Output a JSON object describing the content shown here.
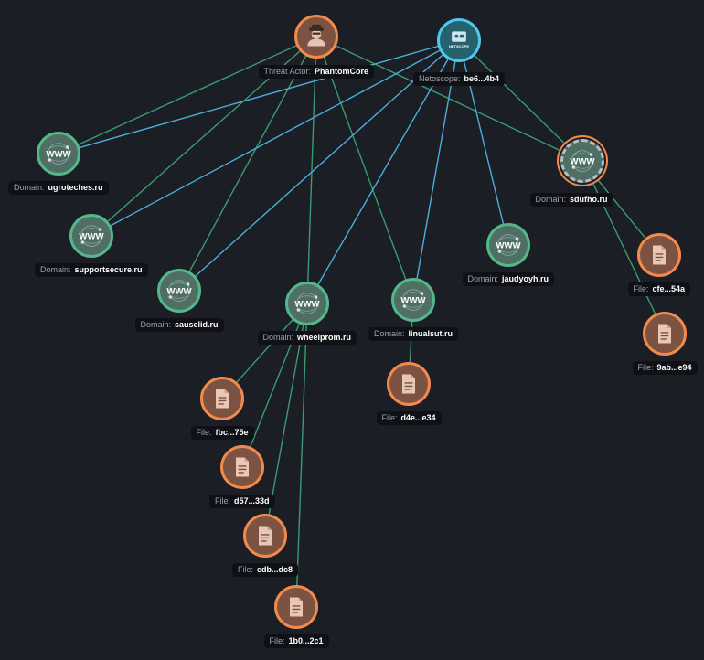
{
  "graph": {
    "nodes": {
      "actor": {
        "type": "Threat Actor",
        "value": "PhantomCore",
        "icon": "hacker-icon"
      },
      "netscope": {
        "type": "Netoscope",
        "value": "be6...4b4",
        "icon": "netscope-icon",
        "icon_text": "NETSCOPE"
      },
      "d_ugro": {
        "type": "Domain",
        "value": "ugroteches.ru",
        "icon": "www-globe-icon"
      },
      "d_supp": {
        "type": "Domain",
        "value": "supportsecure.ru",
        "icon": "www-globe-icon"
      },
      "d_saus": {
        "type": "Domain",
        "value": "sauselid.ru",
        "icon": "www-globe-icon"
      },
      "d_wheel": {
        "type": "Domain",
        "value": "wheelprom.ru",
        "icon": "www-globe-icon"
      },
      "d_linu": {
        "type": "Domain",
        "value": "linualsut.ru",
        "icon": "www-globe-icon"
      },
      "d_jaud": {
        "type": "Domain",
        "value": "jaudyoyh.ru",
        "icon": "www-globe-icon"
      },
      "d_sduf": {
        "type": "Domain",
        "value": "sdufho.ru",
        "icon": "www-globe-icon",
        "selected": true
      },
      "f_cfe": {
        "type": "File",
        "value": "cfe...54a",
        "icon": "file-icon"
      },
      "f_9ab": {
        "type": "File",
        "value": "9ab...e94",
        "icon": "file-icon"
      },
      "f_d4e": {
        "type": "File",
        "value": "d4e...e34",
        "icon": "file-icon"
      },
      "f_fbc": {
        "type": "File",
        "value": "fbc...75e",
        "icon": "file-icon"
      },
      "f_d57": {
        "type": "File",
        "value": "d57...33d",
        "icon": "file-icon"
      },
      "f_edb": {
        "type": "File",
        "value": "edb...dc8",
        "icon": "file-icon"
      },
      "f_1b0": {
        "type": "File",
        "value": "1b0...2c1",
        "icon": "file-icon"
      }
    },
    "edges": [
      {
        "from": "actor",
        "to": "d_ugro",
        "kind": "actor"
      },
      {
        "from": "actor",
        "to": "d_supp",
        "kind": "actor"
      },
      {
        "from": "actor",
        "to": "d_saus",
        "kind": "actor"
      },
      {
        "from": "actor",
        "to": "d_wheel",
        "kind": "actor"
      },
      {
        "from": "actor",
        "to": "d_linu",
        "kind": "actor"
      },
      {
        "from": "actor",
        "to": "d_sduf",
        "kind": "actor"
      },
      {
        "from": "netscope",
        "to": "d_ugro",
        "kind": "netscope"
      },
      {
        "from": "netscope",
        "to": "d_supp",
        "kind": "netscope"
      },
      {
        "from": "netscope",
        "to": "d_saus",
        "kind": "netscope"
      },
      {
        "from": "netscope",
        "to": "d_wheel",
        "kind": "netscope"
      },
      {
        "from": "netscope",
        "to": "d_linu",
        "kind": "netscope"
      },
      {
        "from": "netscope",
        "to": "d_jaud",
        "kind": "netscope"
      },
      {
        "from": "netscope",
        "to": "d_sduf",
        "kind": "actor"
      },
      {
        "from": "d_sduf",
        "to": "f_cfe",
        "kind": "actor"
      },
      {
        "from": "d_sduf",
        "to": "f_9ab",
        "kind": "actor"
      },
      {
        "from": "d_linu",
        "to": "f_d4e",
        "kind": "actor"
      },
      {
        "from": "d_wheel",
        "to": "f_fbc",
        "kind": "actor"
      },
      {
        "from": "d_wheel",
        "to": "f_d57",
        "kind": "actor"
      },
      {
        "from": "d_wheel",
        "to": "f_edb",
        "kind": "actor"
      },
      {
        "from": "d_wheel",
        "to": "f_1b0",
        "kind": "actor"
      }
    ],
    "colors": {
      "background": "#1b1e24",
      "edge_actor": "#3a9a72",
      "edge_netscope": "#4aaed6",
      "domain_ring": "#53b889",
      "file_ring": "#f28a4b",
      "netscope_ring": "#4fc7ee"
    }
  }
}
